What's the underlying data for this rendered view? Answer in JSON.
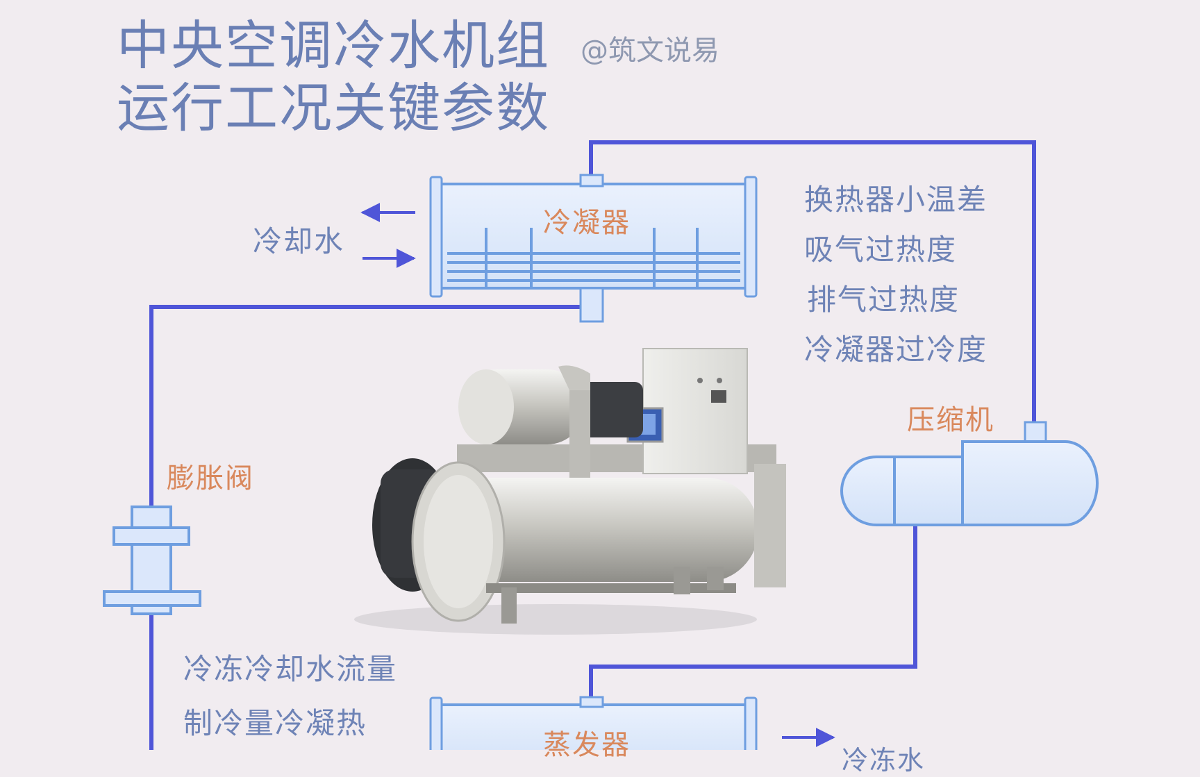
{
  "title": {
    "line1": "中央空调冷水机组",
    "line2": "运行工况关键参数"
  },
  "watermark": "@筑文说易",
  "components": {
    "condenser": "冷凝器",
    "compressor": "压缩机",
    "expansion_valve": "膨胀阀",
    "evaporator": "蒸发器"
  },
  "flows": {
    "cooling_water": "冷却水",
    "chilled_water": "冷冻水"
  },
  "params_right": [
    "换热器小温差",
    "吸气过热度",
    "排气过热度",
    "冷凝器过冷度"
  ],
  "params_left": [
    "冷冻冷却水流量",
    "制冷量冷凝热"
  ],
  "colors": {
    "pipe": "#4f55d8",
    "vessel_fill": "#dde8fb",
    "vessel_stroke": "#6e9ee0",
    "title": "#6a7fb4",
    "component_label": "#d9885c",
    "param_text": "#6e83b6"
  }
}
